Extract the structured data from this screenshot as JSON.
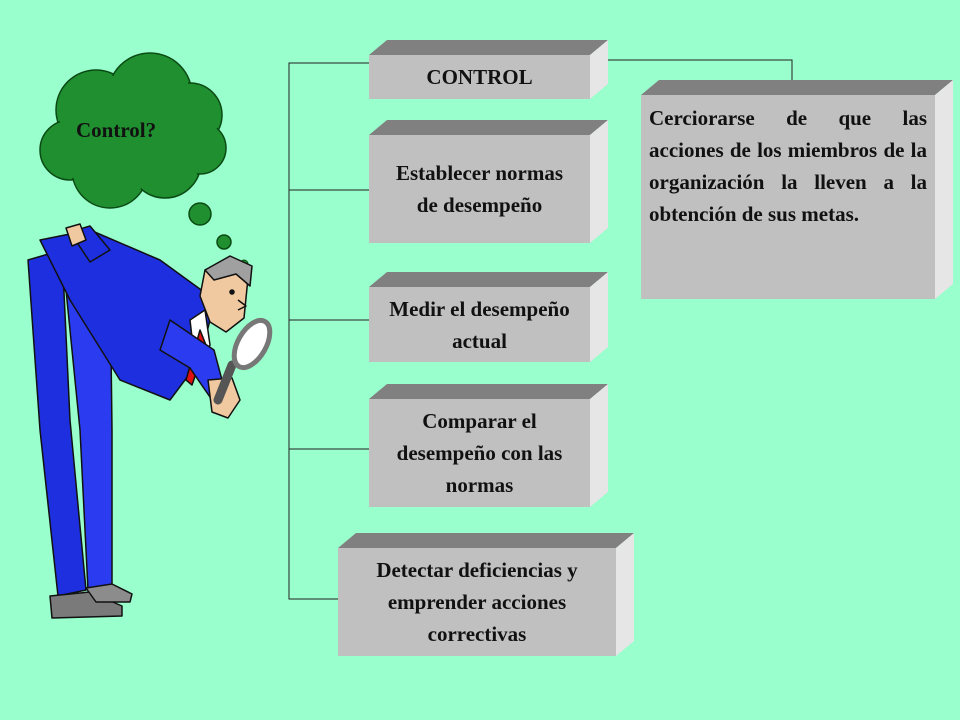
{
  "thought": {
    "label": "Control?"
  },
  "title_box": {
    "label": "CONTROL"
  },
  "steps": [
    {
      "label": "Establecer normas de desempeño"
    },
    {
      "label": "Medir el desempeño actual"
    },
    {
      "label": "Comparar el desempeño con las normas"
    },
    {
      "label": "Detectar deficiencias y emprender acciones correctivas"
    }
  ],
  "definition": {
    "text": "Cerciorarse de que las acciones de los miembros de la organización la lleven a la obtención de sus metas."
  },
  "colors": {
    "background": "#99FFCC",
    "box_face": "#C0C0C0",
    "box_top": "#808080",
    "box_side": "#E6E6E6",
    "cloud": "#1F8F2F",
    "suit": "#1E2FE0"
  },
  "icons": [
    "thought-cloud-icon",
    "magnifying-glass-icon",
    "businessman-figure-icon"
  ]
}
